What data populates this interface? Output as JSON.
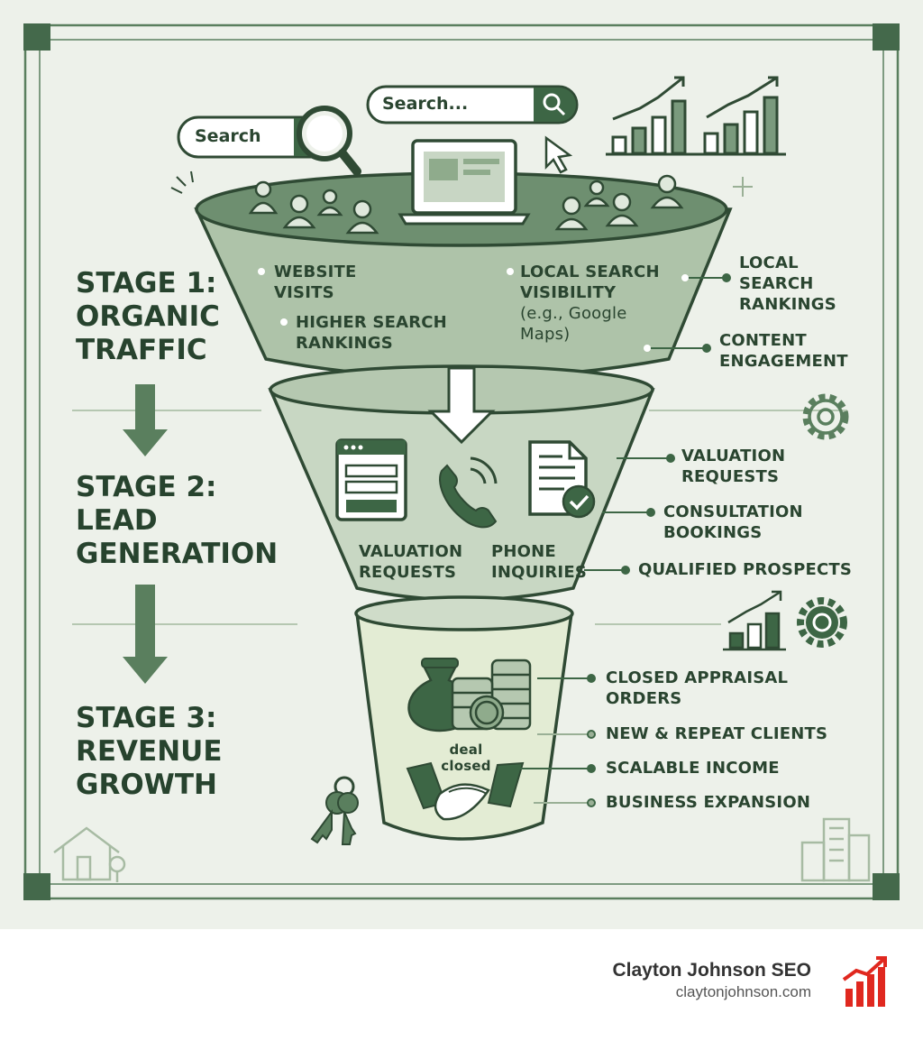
{
  "search_bar_small": {
    "placeholder": "Search"
  },
  "search_bar_large": {
    "placeholder": "Search..."
  },
  "stages": [
    {
      "line1": "STAGE 1:",
      "line2": "ORGANIC",
      "line3": "TRAFFIC"
    },
    {
      "line1": "STAGE 2:",
      "line2": "LEAD",
      "line3": "GENERATION"
    },
    {
      "line1": "STAGE 3:",
      "line2": "REVENUE",
      "line3": "GROWTH"
    }
  ],
  "funnel_top": {
    "item1": {
      "line1": "WEBSITE",
      "line2": "VISITS"
    },
    "item2": {
      "line1": "HIGHER SEARCH",
      "line2": "RANKINGS"
    },
    "item3": {
      "line1": "LOCAL SEARCH",
      "line2": "VISIBILITY",
      "line3": "(e.g., Google",
      "line4": "Maps)"
    }
  },
  "funnel_middle": {
    "item1": {
      "line1": "VALUATION",
      "line2": "REQUESTS"
    },
    "item2": {
      "line1": "PHONE",
      "line2": "INQUIRIES"
    }
  },
  "funnel_bottom": {
    "deal": {
      "line1": "deal",
      "line2": "closed"
    }
  },
  "annotations": {
    "local_rankings": {
      "line1": "LOCAL",
      "line2": "SEARCH",
      "line3": "RANKINGS"
    },
    "content_engagement": {
      "line1": "CONTENT",
      "line2": "ENGAGEMENT"
    },
    "valuation_requests": {
      "line1": "VALUATION",
      "line2": "REQUESTS"
    },
    "consultation_bookings": {
      "line1": "CONSULTATION",
      "line2": "BOOKINGS"
    },
    "qualified_prospects": "QUALIFIED PROSPECTS",
    "closed_appraisal": {
      "line1": "CLOSED APPRAISAL",
      "line2": "ORDERS"
    },
    "new_repeat": "NEW & REPEAT CLIENTS",
    "scalable_income": "SCALABLE INCOME",
    "business_expansion": "BUSINESS EXPANSION"
  },
  "brand": {
    "name": "Clayton Johnson SEO",
    "url": "claytonjohnson.com"
  },
  "colors": {
    "background": "#edf1ea",
    "dark_green": "#3d6645",
    "mid_green": "#8fab8c",
    "light_green": "#c4d4bf",
    "text": "#2a4530",
    "brand_red": "#e0281f"
  }
}
